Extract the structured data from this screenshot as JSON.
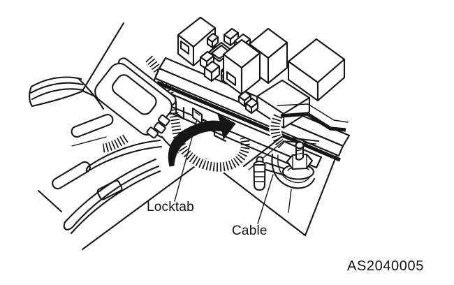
{
  "figure": {
    "callouts": {
      "locktab": "Locktab",
      "cable": "Cable"
    },
    "part_number": "AS2040005",
    "ink_color": "#161616",
    "background_color": "#ffffff"
  }
}
